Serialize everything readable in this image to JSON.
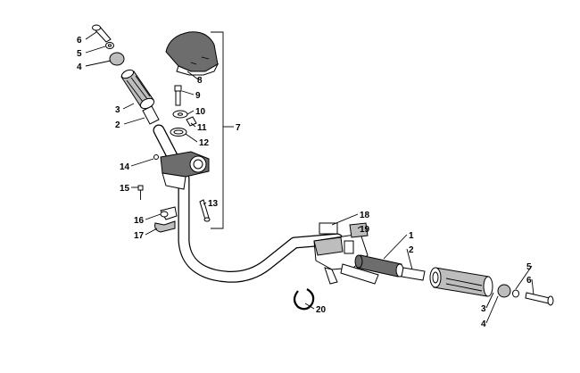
{
  "callouts": {
    "c1": "1",
    "c2a": "2",
    "c2b": "2",
    "c3a": "3",
    "c3b": "3",
    "c4a": "4",
    "c4b": "4",
    "c5a": "5",
    "c5b": "5",
    "c6a": "6",
    "c6b": "6",
    "c7": "7",
    "c8": "8",
    "c9": "9",
    "c10": "10",
    "c11": "11",
    "c12": "12",
    "c13": "13",
    "c14": "14",
    "c15": "15",
    "c16": "16",
    "c17": "17",
    "c18": "18",
    "c19": "19",
    "c20": "20"
  },
  "colors": {
    "line": "#000000",
    "shade": "#bdbdbd",
    "dark": "#6d6d6d",
    "background": "#ffffff"
  }
}
